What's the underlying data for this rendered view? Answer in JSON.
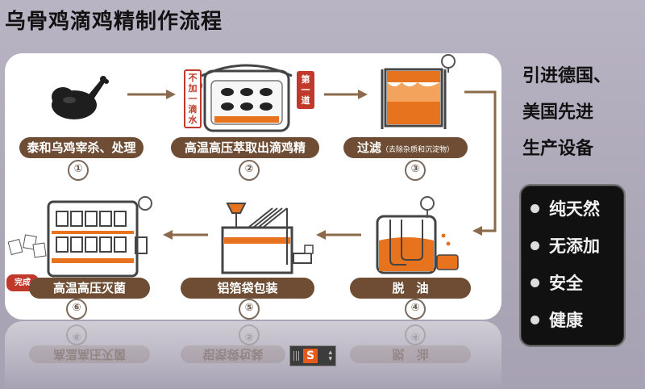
{
  "title": "乌骨鸡滴鸡精制作流程",
  "steps": [
    {
      "label": "泰和乌鸡宰杀、处理",
      "num": "①"
    },
    {
      "label": "高温高压萃取出滴鸡精",
      "num": "②"
    },
    {
      "label": "过滤",
      "sub": "（去除杂质和沉淀物）",
      "num": "③"
    },
    {
      "label": "脱　油",
      "num": "④"
    },
    {
      "label": "铝箔袋包装",
      "num": "⑤"
    },
    {
      "label": "高温高压灭菌",
      "num": "⑥"
    }
  ],
  "tags": {
    "left": "不加一滴水",
    "right": "第一道",
    "done": "完成"
  },
  "side_text": [
    "引进德国、",
    "美国先进",
    "生产设备"
  ],
  "benefits": [
    "纯天然",
    "无添加",
    "安全",
    "健康"
  ],
  "ime_icon": "S",
  "colors": {
    "label_bg": "#6e4d34",
    "accent": "#e8731e",
    "arrow": "#8a6a4a"
  }
}
